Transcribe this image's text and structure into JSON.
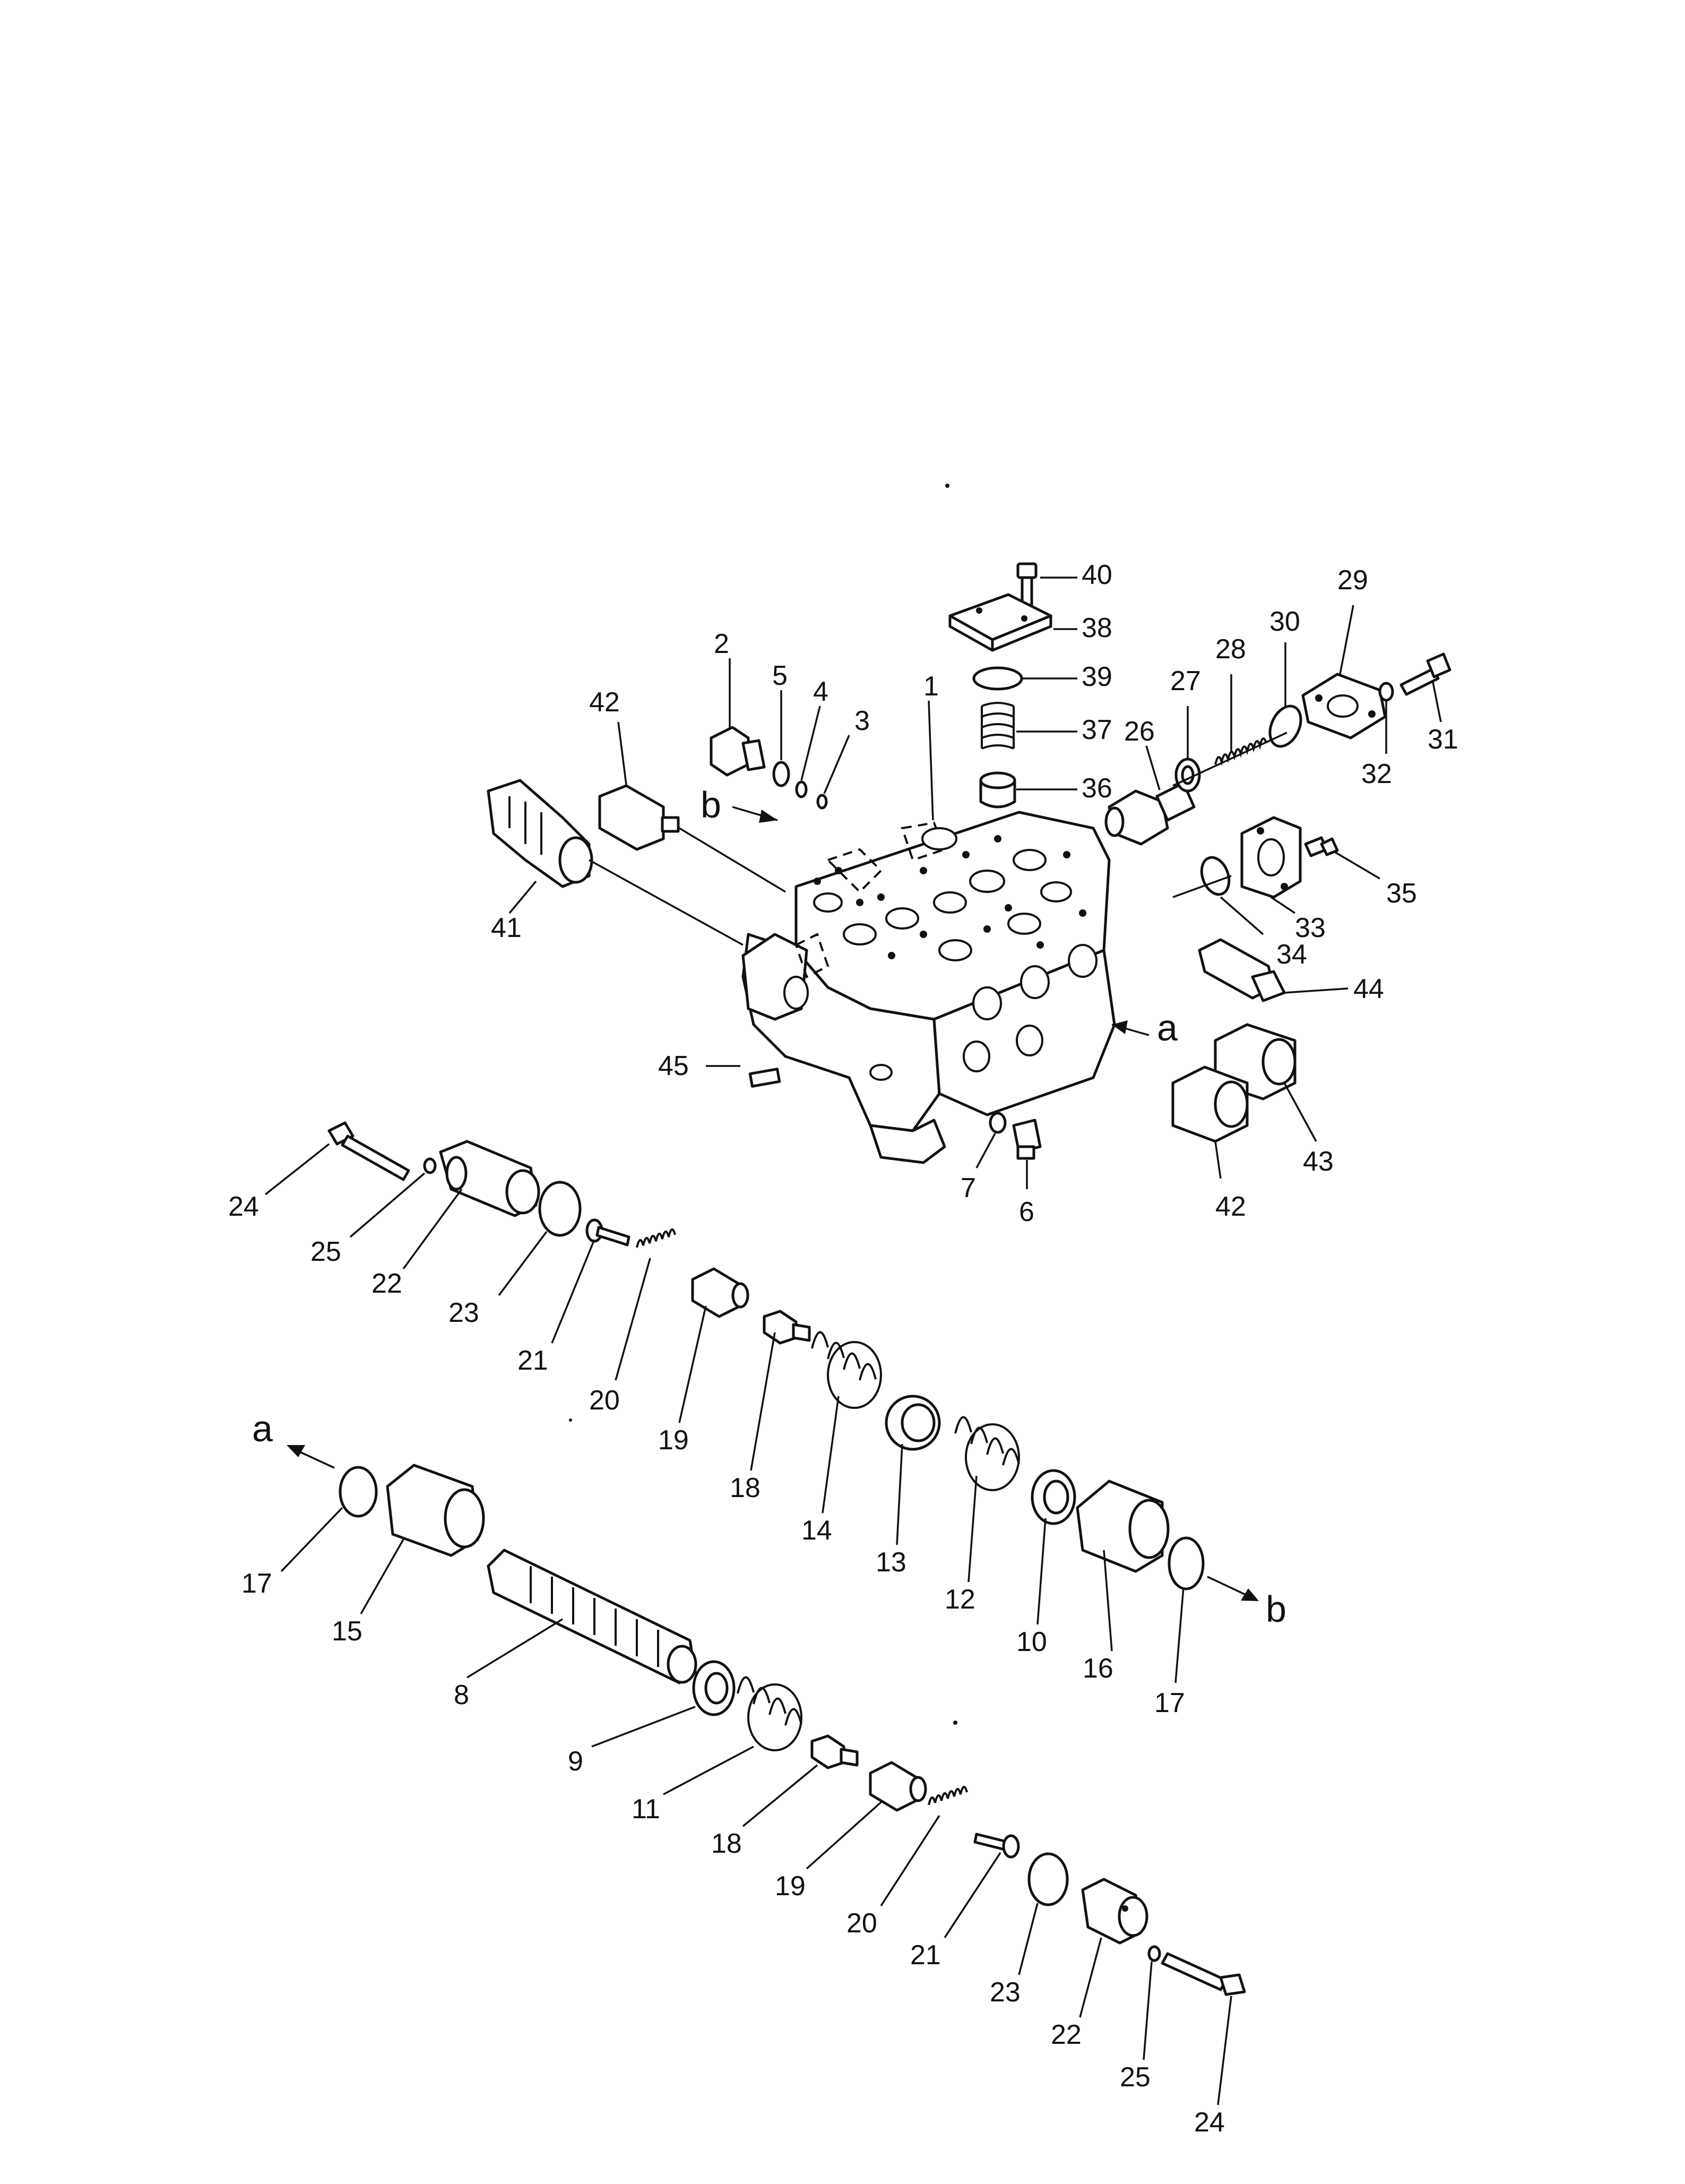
{
  "diagram": {
    "type": "exploded parts diagram",
    "subject": "control valve assembly",
    "callouts": [
      "1",
      "2",
      "3",
      "4",
      "5",
      "6",
      "7",
      "8",
      "9",
      "10",
      "11",
      "12",
      "13",
      "14",
      "15",
      "16",
      "17",
      "18",
      "19",
      "20",
      "21",
      "22",
      "23",
      "24",
      "25",
      "26",
      "27",
      "28",
      "29",
      "30",
      "31",
      "32",
      "33",
      "34",
      "35",
      "36",
      "37",
      "38",
      "39",
      "40",
      "41",
      "42",
      "43",
      "44",
      "45"
    ],
    "view_markers": [
      "a",
      "b"
    ],
    "labels": {
      "p1": "1",
      "p2": "2",
      "p3": "3",
      "p4": "4",
      "p5": "5",
      "p6": "6",
      "p7": "7",
      "p8": "8",
      "p9": "9",
      "p10": "10",
      "p11": "11",
      "p12": "12",
      "p13": "13",
      "p14": "14",
      "p15": "15",
      "p16": "16",
      "p17a": "17",
      "p17b": "17",
      "p18a": "18",
      "p18b": "18",
      "p19a": "19",
      "p19b": "19",
      "p20a": "20",
      "p20b": "20",
      "p21a": "21",
      "p21b": "21",
      "p22a": "22",
      "p22b": "22",
      "p23a": "23",
      "p23b": "23",
      "p24a": "24",
      "p24b": "24",
      "p25a": "25",
      "p25b": "25",
      "p26": "26",
      "p27": "27",
      "p28": "28",
      "p29": "29",
      "p30": "30",
      "p31": "31",
      "p32": "32",
      "p33": "33",
      "p34": "34",
      "p35": "35",
      "p36": "36",
      "p37": "37",
      "p38": "38",
      "p39": "39",
      "p40": "40",
      "p41": "41",
      "p42a": "42",
      "p42b": "42",
      "p43": "43",
      "p44": "44",
      "p45": "45",
      "ma1": "a",
      "ma2": "a",
      "mb1": "b",
      "mb2": "b"
    }
  }
}
